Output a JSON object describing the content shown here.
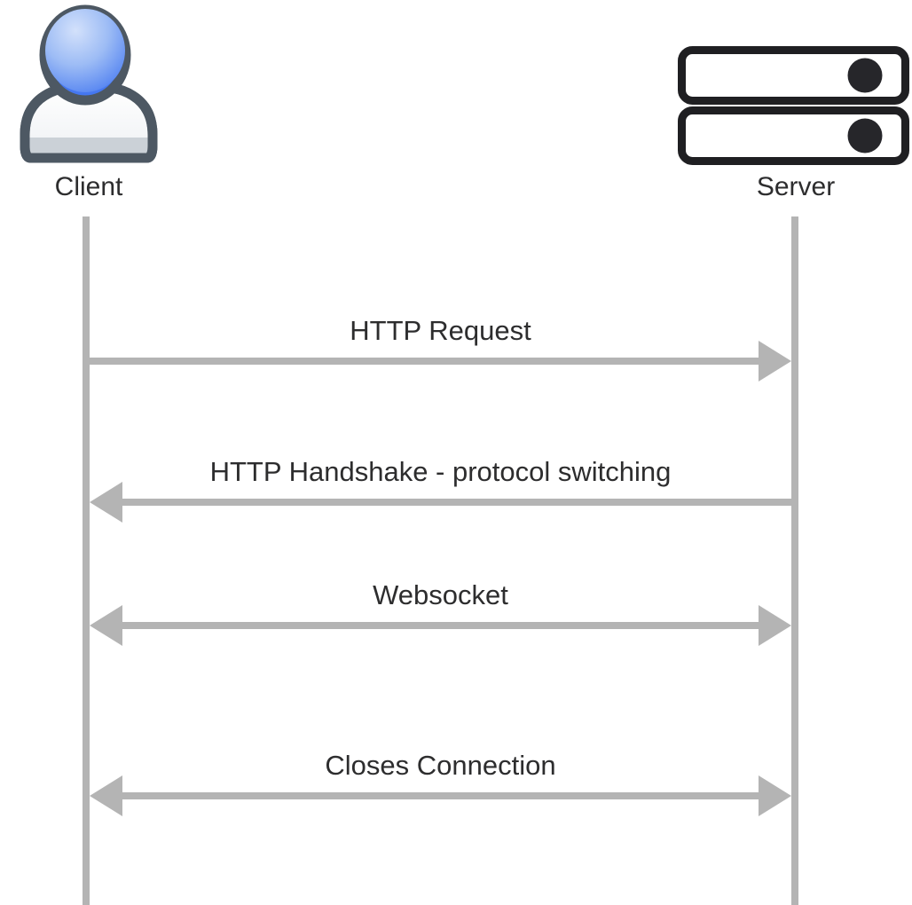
{
  "actors": {
    "client": {
      "label": "Client",
      "icon": "person-icon"
    },
    "server": {
      "label": "Server",
      "icon": "server-stack-icon"
    }
  },
  "messages": [
    {
      "label": "HTTP Request",
      "from": "client",
      "to": "server",
      "direction": "right"
    },
    {
      "label": "HTTP Handshake - protocol switching",
      "from": "server",
      "to": "client",
      "direction": "left"
    },
    {
      "label": "Websocket",
      "from": "client",
      "to": "server",
      "direction": "both"
    },
    {
      "label": "Closes Connection",
      "from": "client",
      "to": "server",
      "direction": "both"
    }
  ],
  "colors": {
    "background": "#ffffff",
    "text": "#2d2d2e",
    "arrow": "#b4b4b4",
    "client_outline": "#4d5863",
    "client_head_blue": "#4b7cf2",
    "server_outline": "#1f1f22",
    "server_led": "#26262a"
  }
}
